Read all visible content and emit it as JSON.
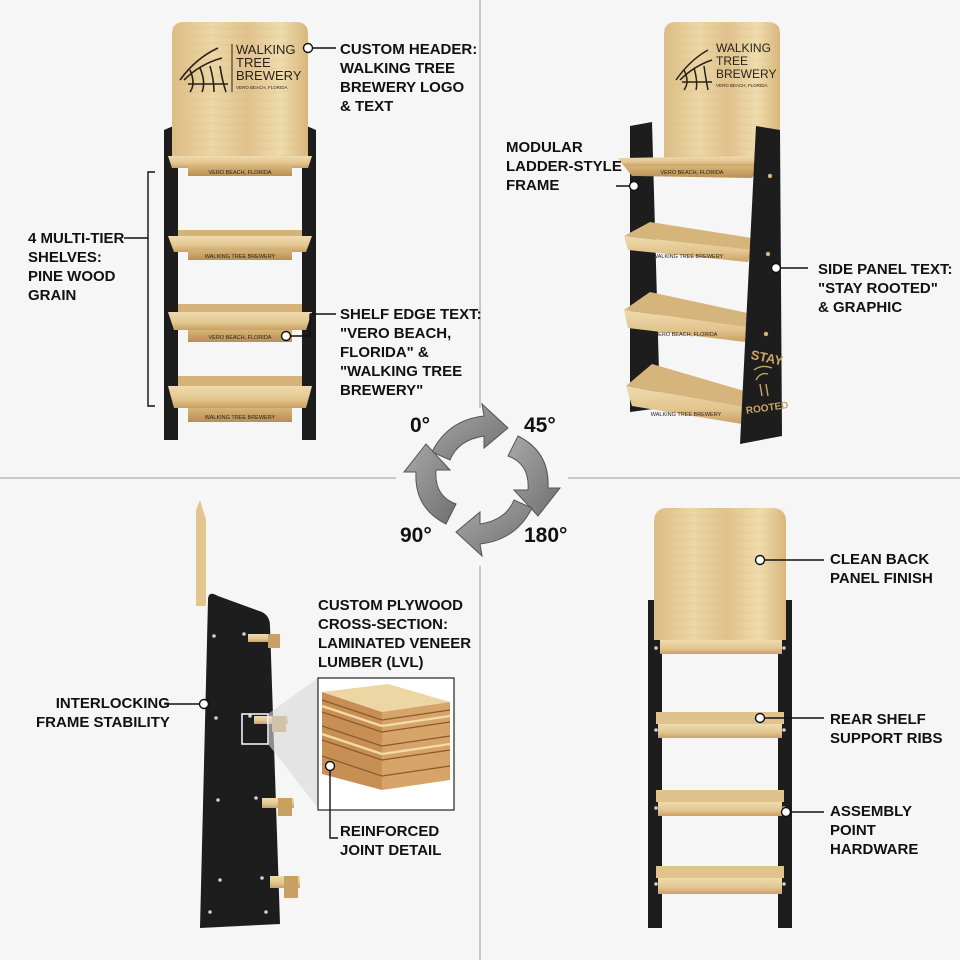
{
  "brand": {
    "logo_line1": "WALKING",
    "logo_line2": "TREE",
    "logo_line3": "BREWERY",
    "logo_subline": "VERO BEACH, FLORIDA",
    "side_line1": "STAY",
    "side_line2": "ROOTED"
  },
  "shelf_texts": {
    "front": [
      "VERO BEACH, FLORIDA",
      "WALKING TREE BREWERY",
      "VERO BEACH, FLORIDA",
      "WALKING TREE BREWERY"
    ],
    "angled": [
      "VERO BEACH, FLORIDA",
      "WALKING TREE BREWERY",
      "VERO BEACH, FLORIDA",
      "WALKING TREE BREWERY"
    ]
  },
  "callouts": {
    "custom_header": [
      "CUSTOM HEADER:",
      "WALKING TREE",
      "BREWERY LOGO",
      "& TEXT"
    ],
    "multi_tier": [
      "4 MULTI-TIER",
      "SHELVES:",
      "PINE WOOD",
      "GRAIN"
    ],
    "shelf_edge": [
      "SHELF EDGE TEXT:",
      "\"VERO BEACH,",
      "FLORIDA\" &",
      "\"WALKING TREE",
      "BREWERY\""
    ],
    "modular": [
      "MODULAR",
      "LADDER-STYLE",
      "FRAME"
    ],
    "side_panel": [
      "SIDE PANEL TEXT:",
      "\"STAY ROOTED\"",
      "& GRAPHIC"
    ],
    "plywood": [
      "CUSTOM PLYWOOD",
      "CROSS-SECTION:",
      "LAMINATED VENEER",
      "LUMBER (LVL)"
    ],
    "interlocking": [
      "INTERLOCKING",
      "FRAME STABILITY"
    ],
    "reinforced": [
      "REINFORCED",
      "JOINT DETAIL"
    ],
    "back_panel": [
      "CLEAN BACK",
      "PANEL FINISH"
    ],
    "rear_ribs": [
      "REAR SHELF",
      "SUPPORT RIBS"
    ],
    "assembly": [
      "ASSEMBLY",
      "POINT",
      "HARDWARE"
    ]
  },
  "angles": {
    "a0": "0°",
    "a45": "45°",
    "a90": "90°",
    "a180": "180°"
  },
  "colors": {
    "background": "#f6f6f6",
    "divider": "#b8b8b8",
    "wood_light": "#ead4a4",
    "wood_mid": "#dcbd84",
    "wood_dark": "#c49a58",
    "frame_black": "#1d1d1d",
    "arrow_grey": "#8a8a8a",
    "ink": "#111111"
  }
}
